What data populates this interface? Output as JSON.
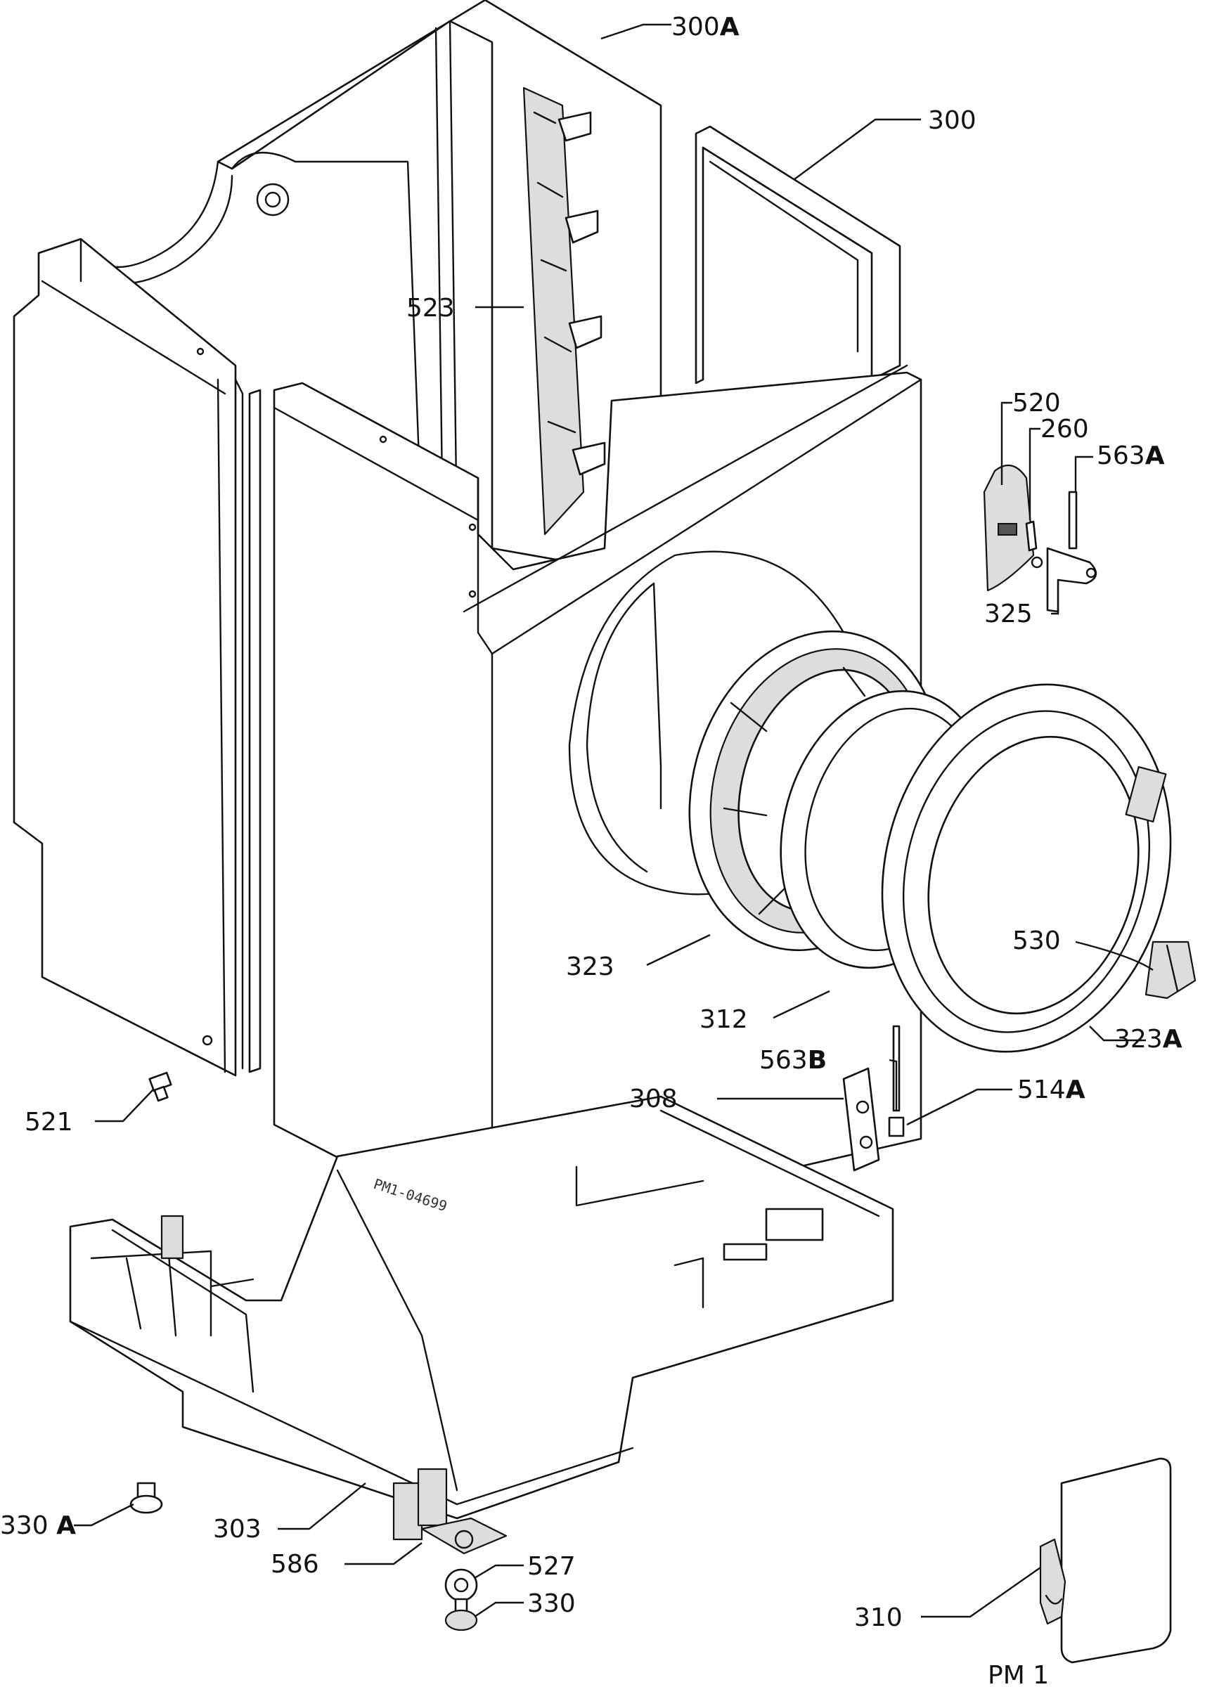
{
  "callouts": [
    {
      "id": "300A",
      "num": "300",
      "suffix": "A"
    },
    {
      "id": "300",
      "num": "300",
      "suffix": ""
    },
    {
      "id": "523",
      "num": "523",
      "suffix": ""
    },
    {
      "id": "520",
      "num": "520",
      "suffix": ""
    },
    {
      "id": "260",
      "num": "260",
      "suffix": ""
    },
    {
      "id": "563A",
      "num": "563",
      "suffix": "A"
    },
    {
      "id": "325",
      "num": "325",
      "suffix": ""
    },
    {
      "id": "530",
      "num": "530",
      "suffix": ""
    },
    {
      "id": "323",
      "num": "323",
      "suffix": ""
    },
    {
      "id": "312",
      "num": "312",
      "suffix": ""
    },
    {
      "id": "323A",
      "num": "323",
      "suffix": "A"
    },
    {
      "id": "563B",
      "num": "563",
      "suffix": "B"
    },
    {
      "id": "308",
      "num": "308",
      "suffix": ""
    },
    {
      "id": "514A",
      "num": "514",
      "suffix": "A"
    },
    {
      "id": "521",
      "num": "521",
      "suffix": ""
    },
    {
      "id": "330A",
      "num": "330 ",
      "suffix": "A"
    },
    {
      "id": "303",
      "num": "303",
      "suffix": ""
    },
    {
      "id": "586",
      "num": "586",
      "suffix": ""
    },
    {
      "id": "527",
      "num": "527",
      "suffix": ""
    },
    {
      "id": "330",
      "num": "330",
      "suffix": ""
    },
    {
      "id": "310",
      "num": "310",
      "suffix": ""
    }
  ],
  "drawing_stamp": "PM1-04699",
  "page_label": "PM 1"
}
